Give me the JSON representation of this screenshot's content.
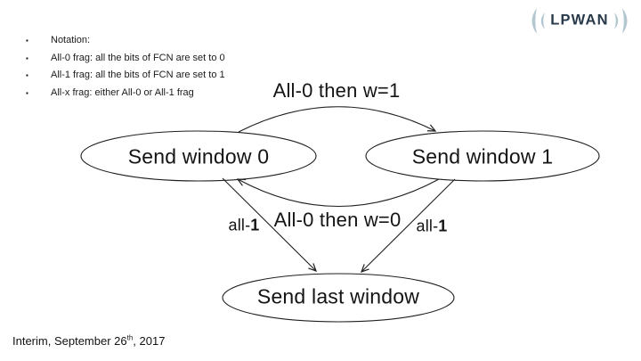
{
  "notation": {
    "bullet": "▪",
    "items": [
      "Notation:",
      "All-0 frag: all the bits of FCN are set to 0",
      "All-1 frag: all the bits of FCN are set to 1",
      "All-x frag: either All-0 or All-1 frag"
    ]
  },
  "logo": {
    "name": "LPWAN",
    "arc_color": "#b3c7d0",
    "text_color": "#28394a"
  },
  "diagram": {
    "type": "state-machine",
    "stroke_color": "#1f1f1f",
    "nodes": {
      "window0": "Send window 0",
      "window1": "Send window 1",
      "last": "Send last window"
    },
    "edges": {
      "w0_to_w1": "All-0 then w=1",
      "w1_to_w0": "All-0 then w=0",
      "w0_to_last_prefix": "all-",
      "w0_to_last_bold": "1",
      "w1_to_last_prefix": "all-",
      "w1_to_last_bold": "1"
    }
  },
  "footer": {
    "prefix": "Interim, September 26",
    "superscript": "th",
    "suffix": ", 2017"
  }
}
